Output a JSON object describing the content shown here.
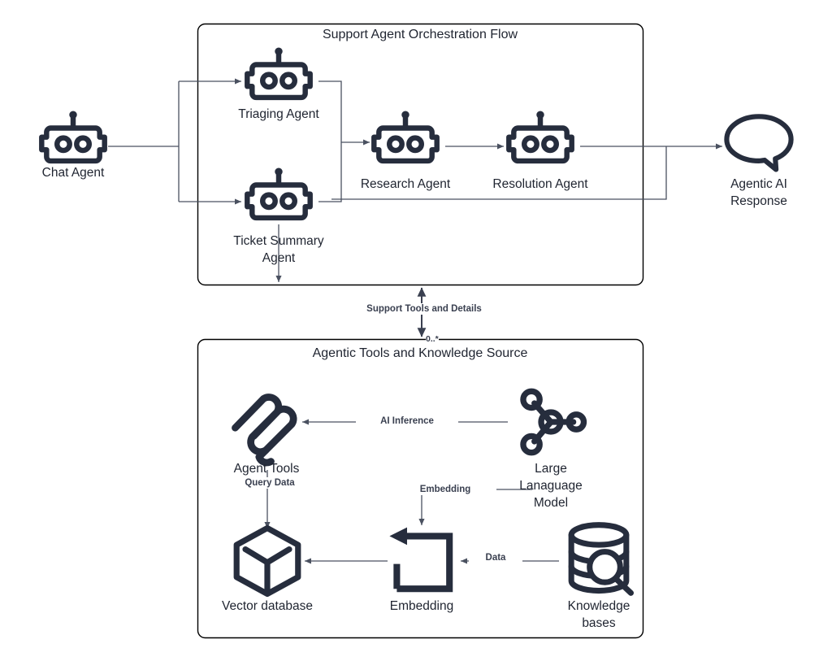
{
  "diagram": {
    "title": "Support Agent Orchestration Flow",
    "colors": {
      "icon": "#262d3d",
      "line": "#4a5160",
      "container_border": "#000000",
      "background": "#ffffff",
      "text": "#1f2430"
    }
  },
  "groups": {
    "orchestration": {
      "title": "Support Agent Orchestration Flow"
    },
    "tools": {
      "title": "Agentic Tools and Knowledge Source"
    }
  },
  "nodes": {
    "chat_agent": {
      "label": "Chat Agent",
      "icon": "robot-icon"
    },
    "triaging_agent": {
      "label": "Triaging Agent",
      "icon": "robot-icon"
    },
    "ticket_summary_agent": {
      "label": "Ticket Summary\nAgent",
      "icon": "robot-icon"
    },
    "research_agent": {
      "label": "Research Agent",
      "icon": "robot-icon"
    },
    "resolution_agent": {
      "label": "Resolution Agent",
      "icon": "robot-icon"
    },
    "agentic_ai_response": {
      "label": "Agentic AI\nResponse",
      "icon": "speech-bubble-icon"
    },
    "agent_tools": {
      "label": "Agent Tools",
      "icon": "agent-tools-icon"
    },
    "large_language_model": {
      "label": "Large\nLanaguage\nModel",
      "icon": "node-graph-icon"
    },
    "vector_database": {
      "label": "Vector database",
      "icon": "cube-icon"
    },
    "embedding": {
      "label": "Embedding",
      "icon": "loop-arrow-icon"
    },
    "knowledge_bases": {
      "label": "Knowledge\nbases",
      "icon": "database-search-icon"
    }
  },
  "edges": {
    "support_tools_details": {
      "label": "Support Tools and Details",
      "multiplicity": "0..*"
    },
    "ai_inference": {
      "label": "AI Inference"
    },
    "query_data": {
      "label": "Query Data"
    },
    "embedding_edge": {
      "label": "Embedding"
    },
    "data": {
      "label": "Data"
    }
  }
}
